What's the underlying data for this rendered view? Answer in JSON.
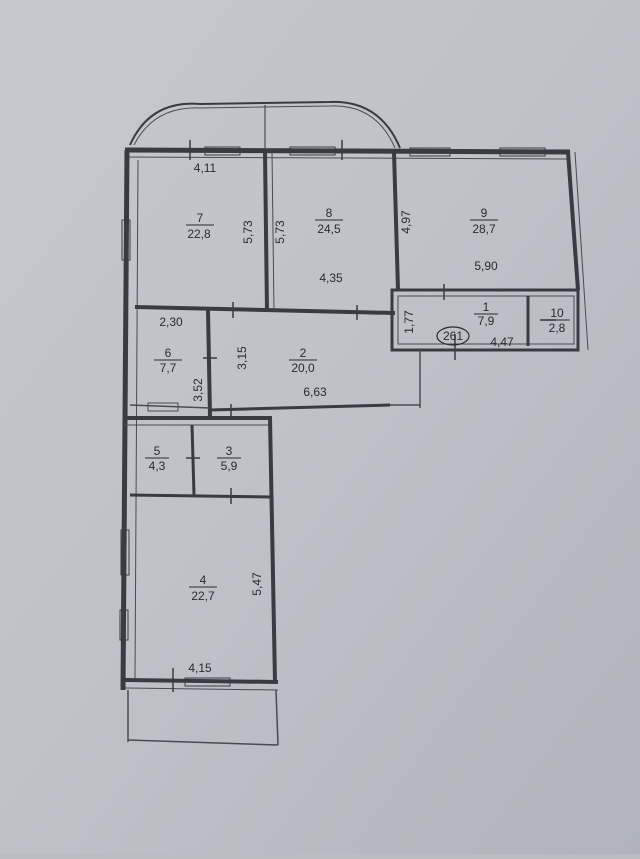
{
  "rooms": [
    {
      "num": "7",
      "area": "22,8"
    },
    {
      "num": "8",
      "area": "24,5"
    },
    {
      "num": "9",
      "area": "28,7"
    },
    {
      "num": "1",
      "area": "7,9"
    },
    {
      "num": "10",
      "area": "2,8"
    },
    {
      "num": "6",
      "area": "7,7"
    },
    {
      "num": "2",
      "area": "20,0"
    },
    {
      "num": "5",
      "area": "4,3"
    },
    {
      "num": "3",
      "area": "5,9"
    },
    {
      "num": "4",
      "area": "22,7"
    }
  ],
  "dims": {
    "d_4_11": "4,11",
    "d_5_73_a": "5,73",
    "d_5_73_b": "5,73",
    "d_4_97": "4,97",
    "d_4_35": "4,35",
    "d_5_90": "5,90",
    "d_2_30": "2,30",
    "d_1_77": "1,77",
    "d_4_47": "4,47",
    "d_3_15": "3,15",
    "d_6_63": "6,63",
    "d_3_52": "3,52",
    "d_5_47": "5,47",
    "d_4_15": "4,15"
  },
  "apartment_number": "261"
}
